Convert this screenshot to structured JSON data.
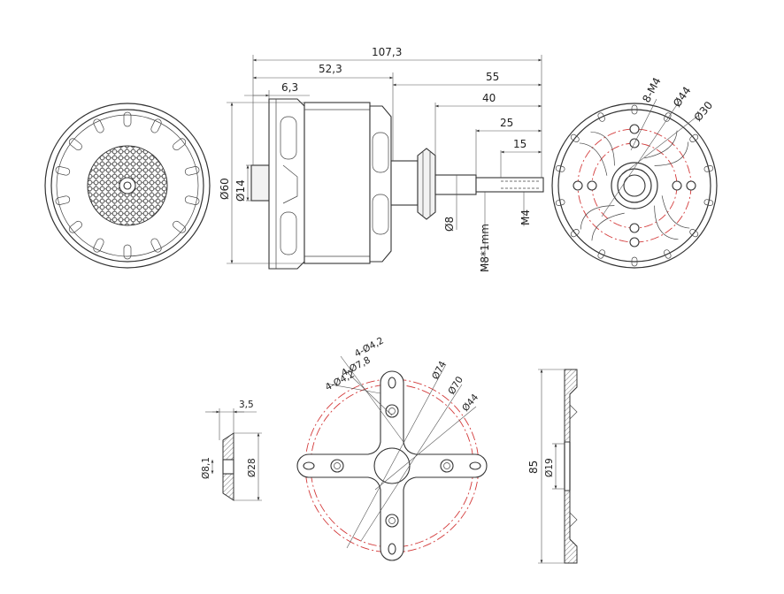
{
  "dimensions": {
    "overall_length": "107,3",
    "body_length": "52,3",
    "rear_offset": "6,3",
    "shaft_55": "55",
    "shaft_40": "40",
    "shaft_25": "25",
    "shaft_15": "15",
    "body_dia": "Ø60",
    "rear_dia": "Ø14",
    "shaft_dia": "Ø8",
    "shaft_thread": "M8*1mm",
    "end_thread": "M4",
    "front_holes": "8-M4",
    "front_dia_44": "Ø44",
    "front_dia_30": "Ø30",
    "collet_len": "3,5",
    "collet_inner": "Ø8,1",
    "collet_outer": "Ø28",
    "mount_holes_a": "4-Ø4,2",
    "mount_holes_b": "4-Ø7,8",
    "mount_holes_c": "4-Ø4,2",
    "mount_dia_74": "Ø74",
    "mount_dia_70": "Ø70",
    "mount_dia_44": "Ø44",
    "side_height": "85",
    "side_bore": "Ø19"
  }
}
